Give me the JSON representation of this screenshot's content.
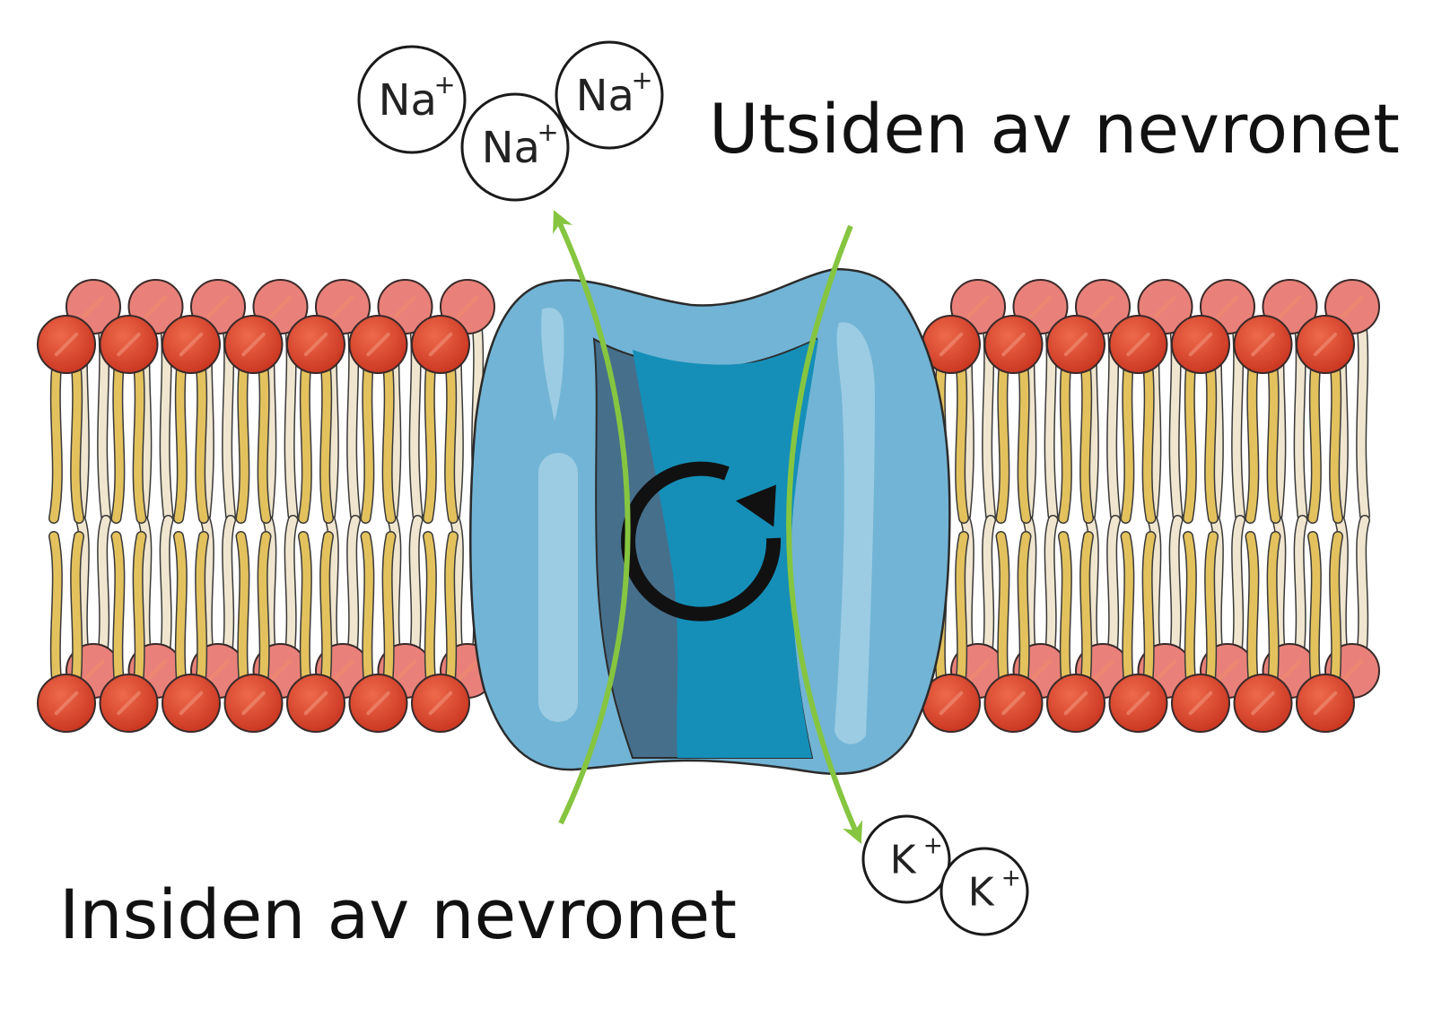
{
  "labels": {
    "outside": "Utsiden av nevronet",
    "inside": "Insiden av nevronet"
  },
  "ions": {
    "sodium": {
      "symbol": "Na",
      "charge": "+",
      "count": 3
    },
    "potassium": {
      "symbol": "K",
      "charge": "+",
      "count": 2
    }
  },
  "icons": {
    "cycle": "circular-arrow-icon"
  },
  "colors": {
    "lipid_head": "#d9442c",
    "lipid_head_back": "#e9817a",
    "lipid_tail": "#e3c25e",
    "lipid_tail_back": "#f0e6cf",
    "protein_outer": "#72b4d5",
    "protein_inner": "#158fb8",
    "protein_shadow": "#466f8c",
    "arrow": "#86c540"
  }
}
